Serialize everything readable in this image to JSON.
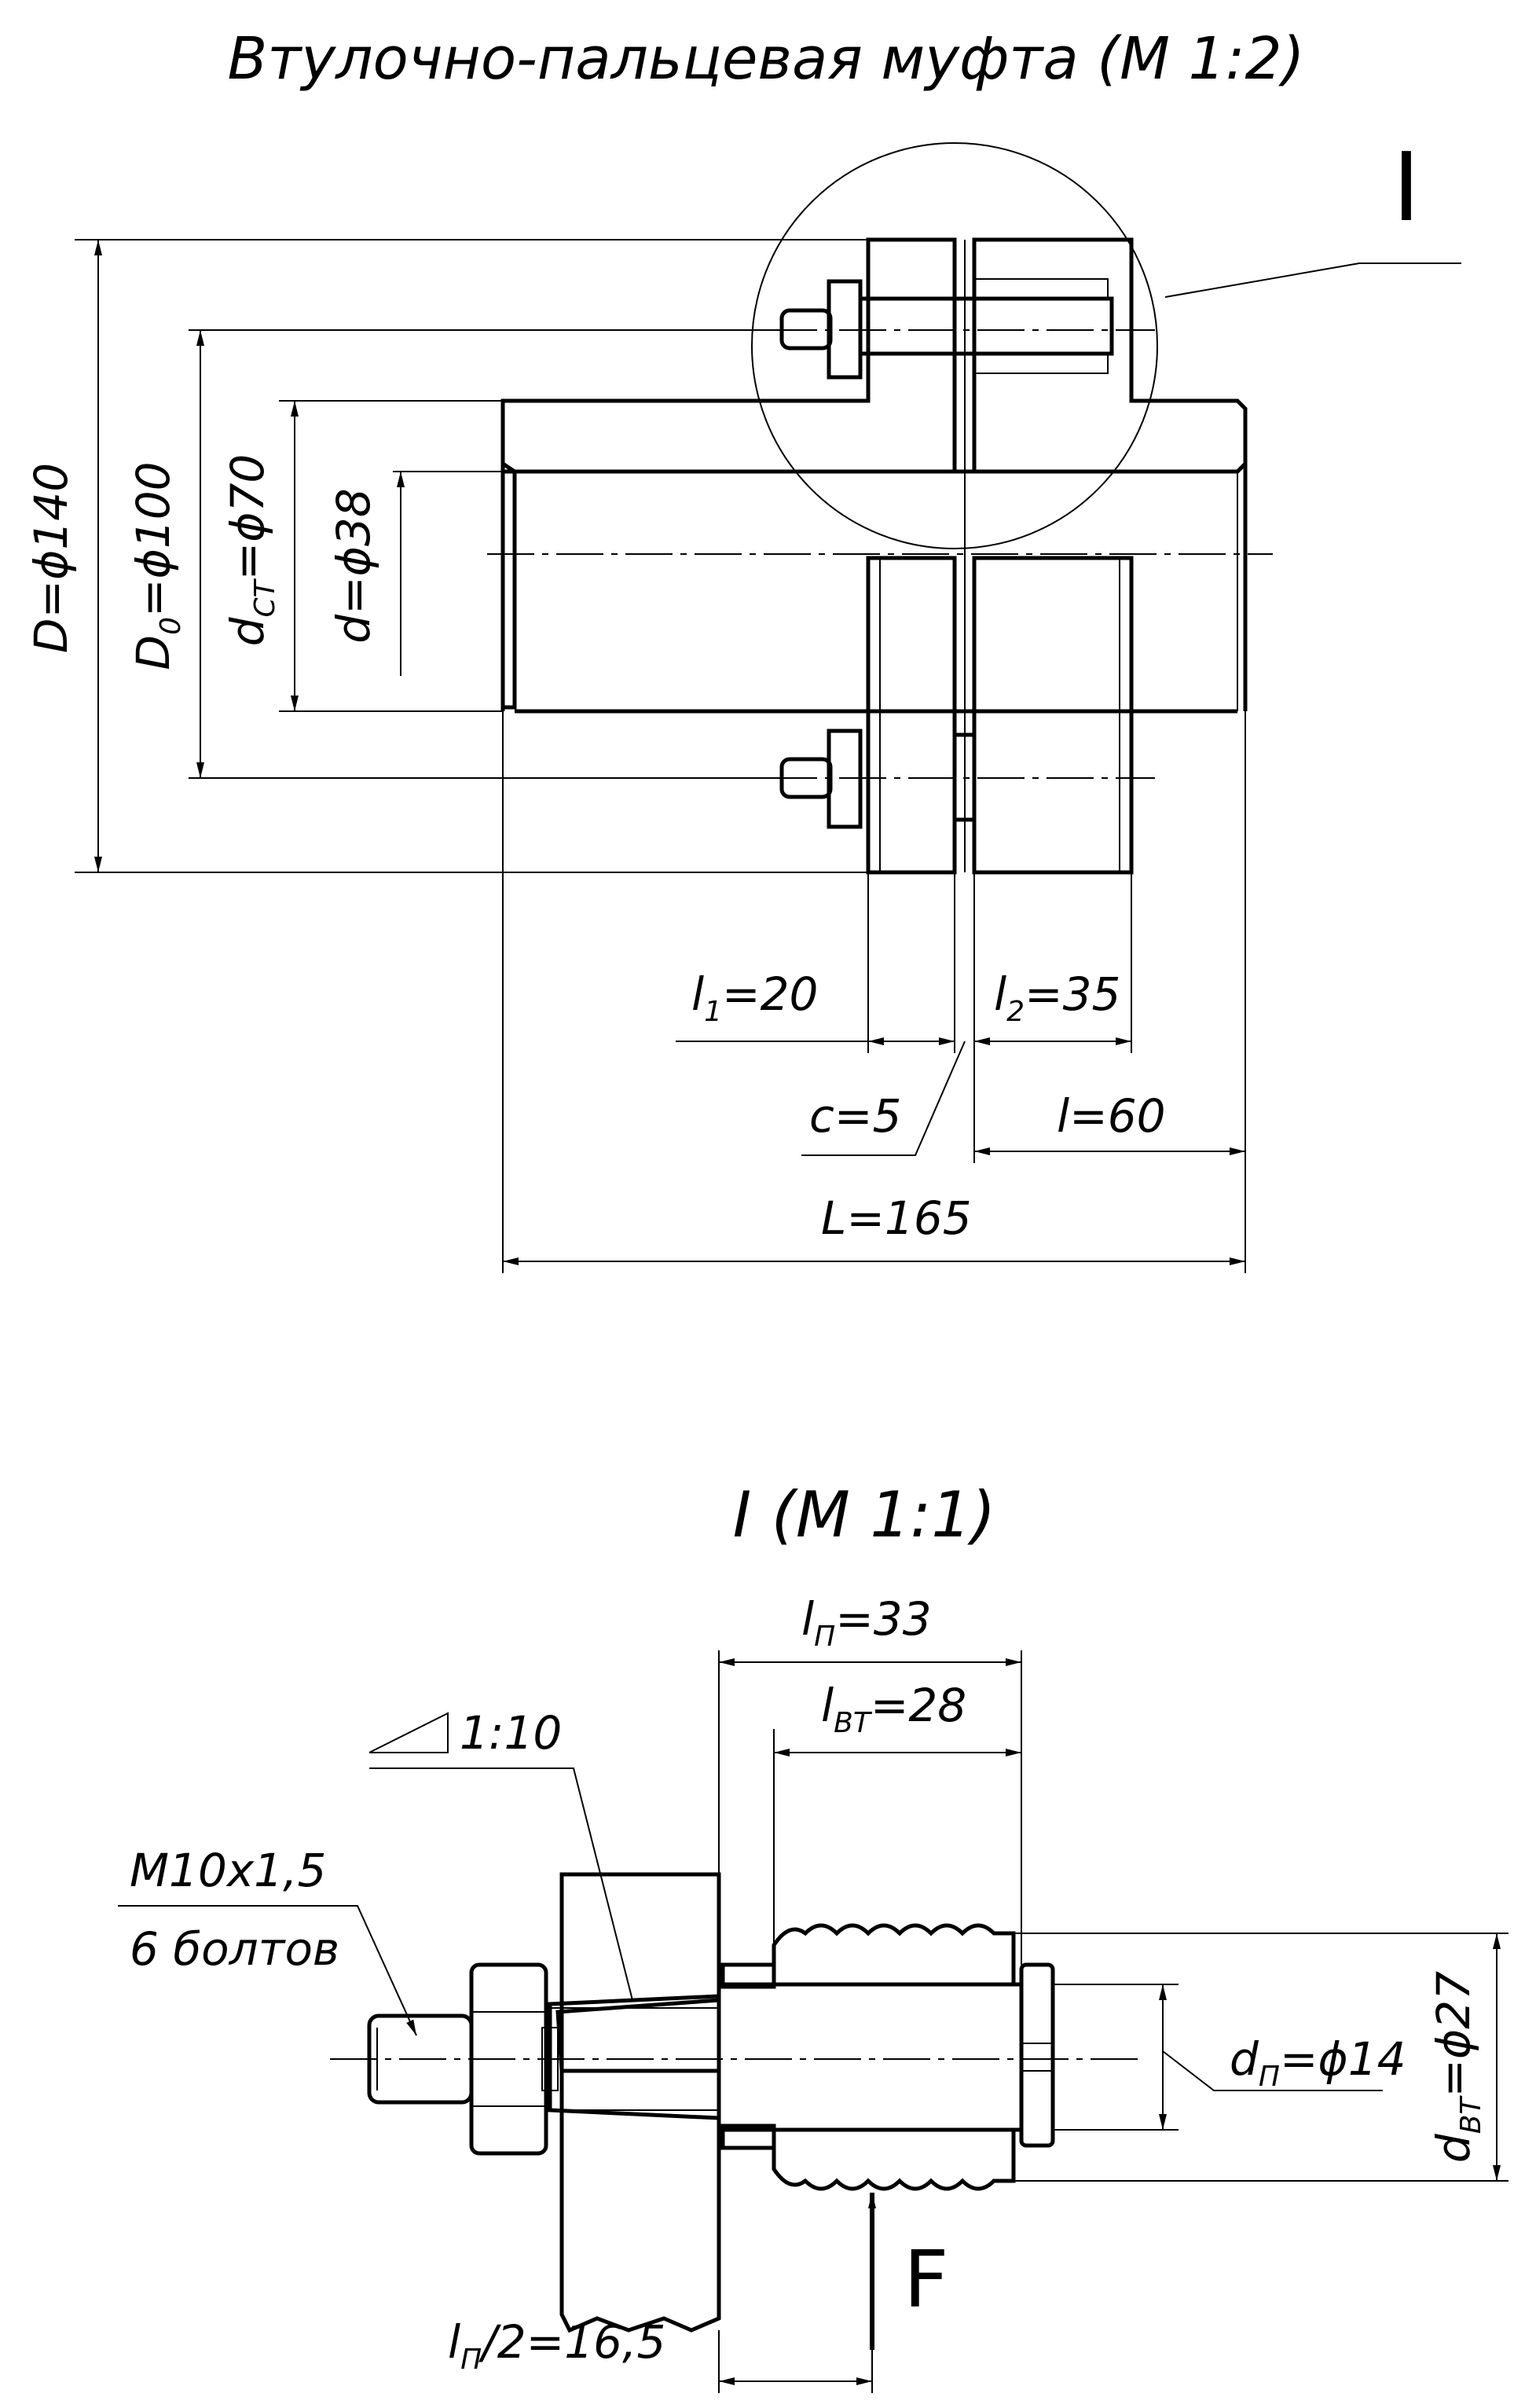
{
  "title": "Втулочно-пальцевая муфта (М 1:2)",
  "detail_marker": "I",
  "detail_title": "I (М 1:1)",
  "dimensions": {
    "D": "D=ϕ140",
    "D0": "D",
    "D0_sub": "0",
    "D0_rest": "=ϕ100",
    "dct": "d",
    "dct_sub": "CT",
    "dct_rest": "=ϕ70",
    "d": "d=ϕ38",
    "l1": "l",
    "l1_sub": "1",
    "l1_rest": "=20",
    "l2": "l",
    "l2_sub": "2",
    "l2_rest": "=35",
    "c": "c=5",
    "l": "l=60",
    "L": "L=165"
  },
  "detail_dimensions": {
    "lp": "l",
    "lp_sub": "П",
    "lp_rest": "=33",
    "lvt": "l",
    "lvt_sub": "ВТ",
    "lvt_rest": "=28",
    "taper": "1:10",
    "thread": "M10x1,5",
    "bolts": "6 болтов",
    "dp": "d",
    "dp_sub": "П",
    "dp_rest": "=ϕ14",
    "dvt": "d",
    "dvt_sub": "ВТ",
    "dvt_rest": "=ϕ27",
    "lp_half": "l",
    "lp_half_sub": "П",
    "lp_half_rest": "/2=16,5",
    "force": "F"
  }
}
